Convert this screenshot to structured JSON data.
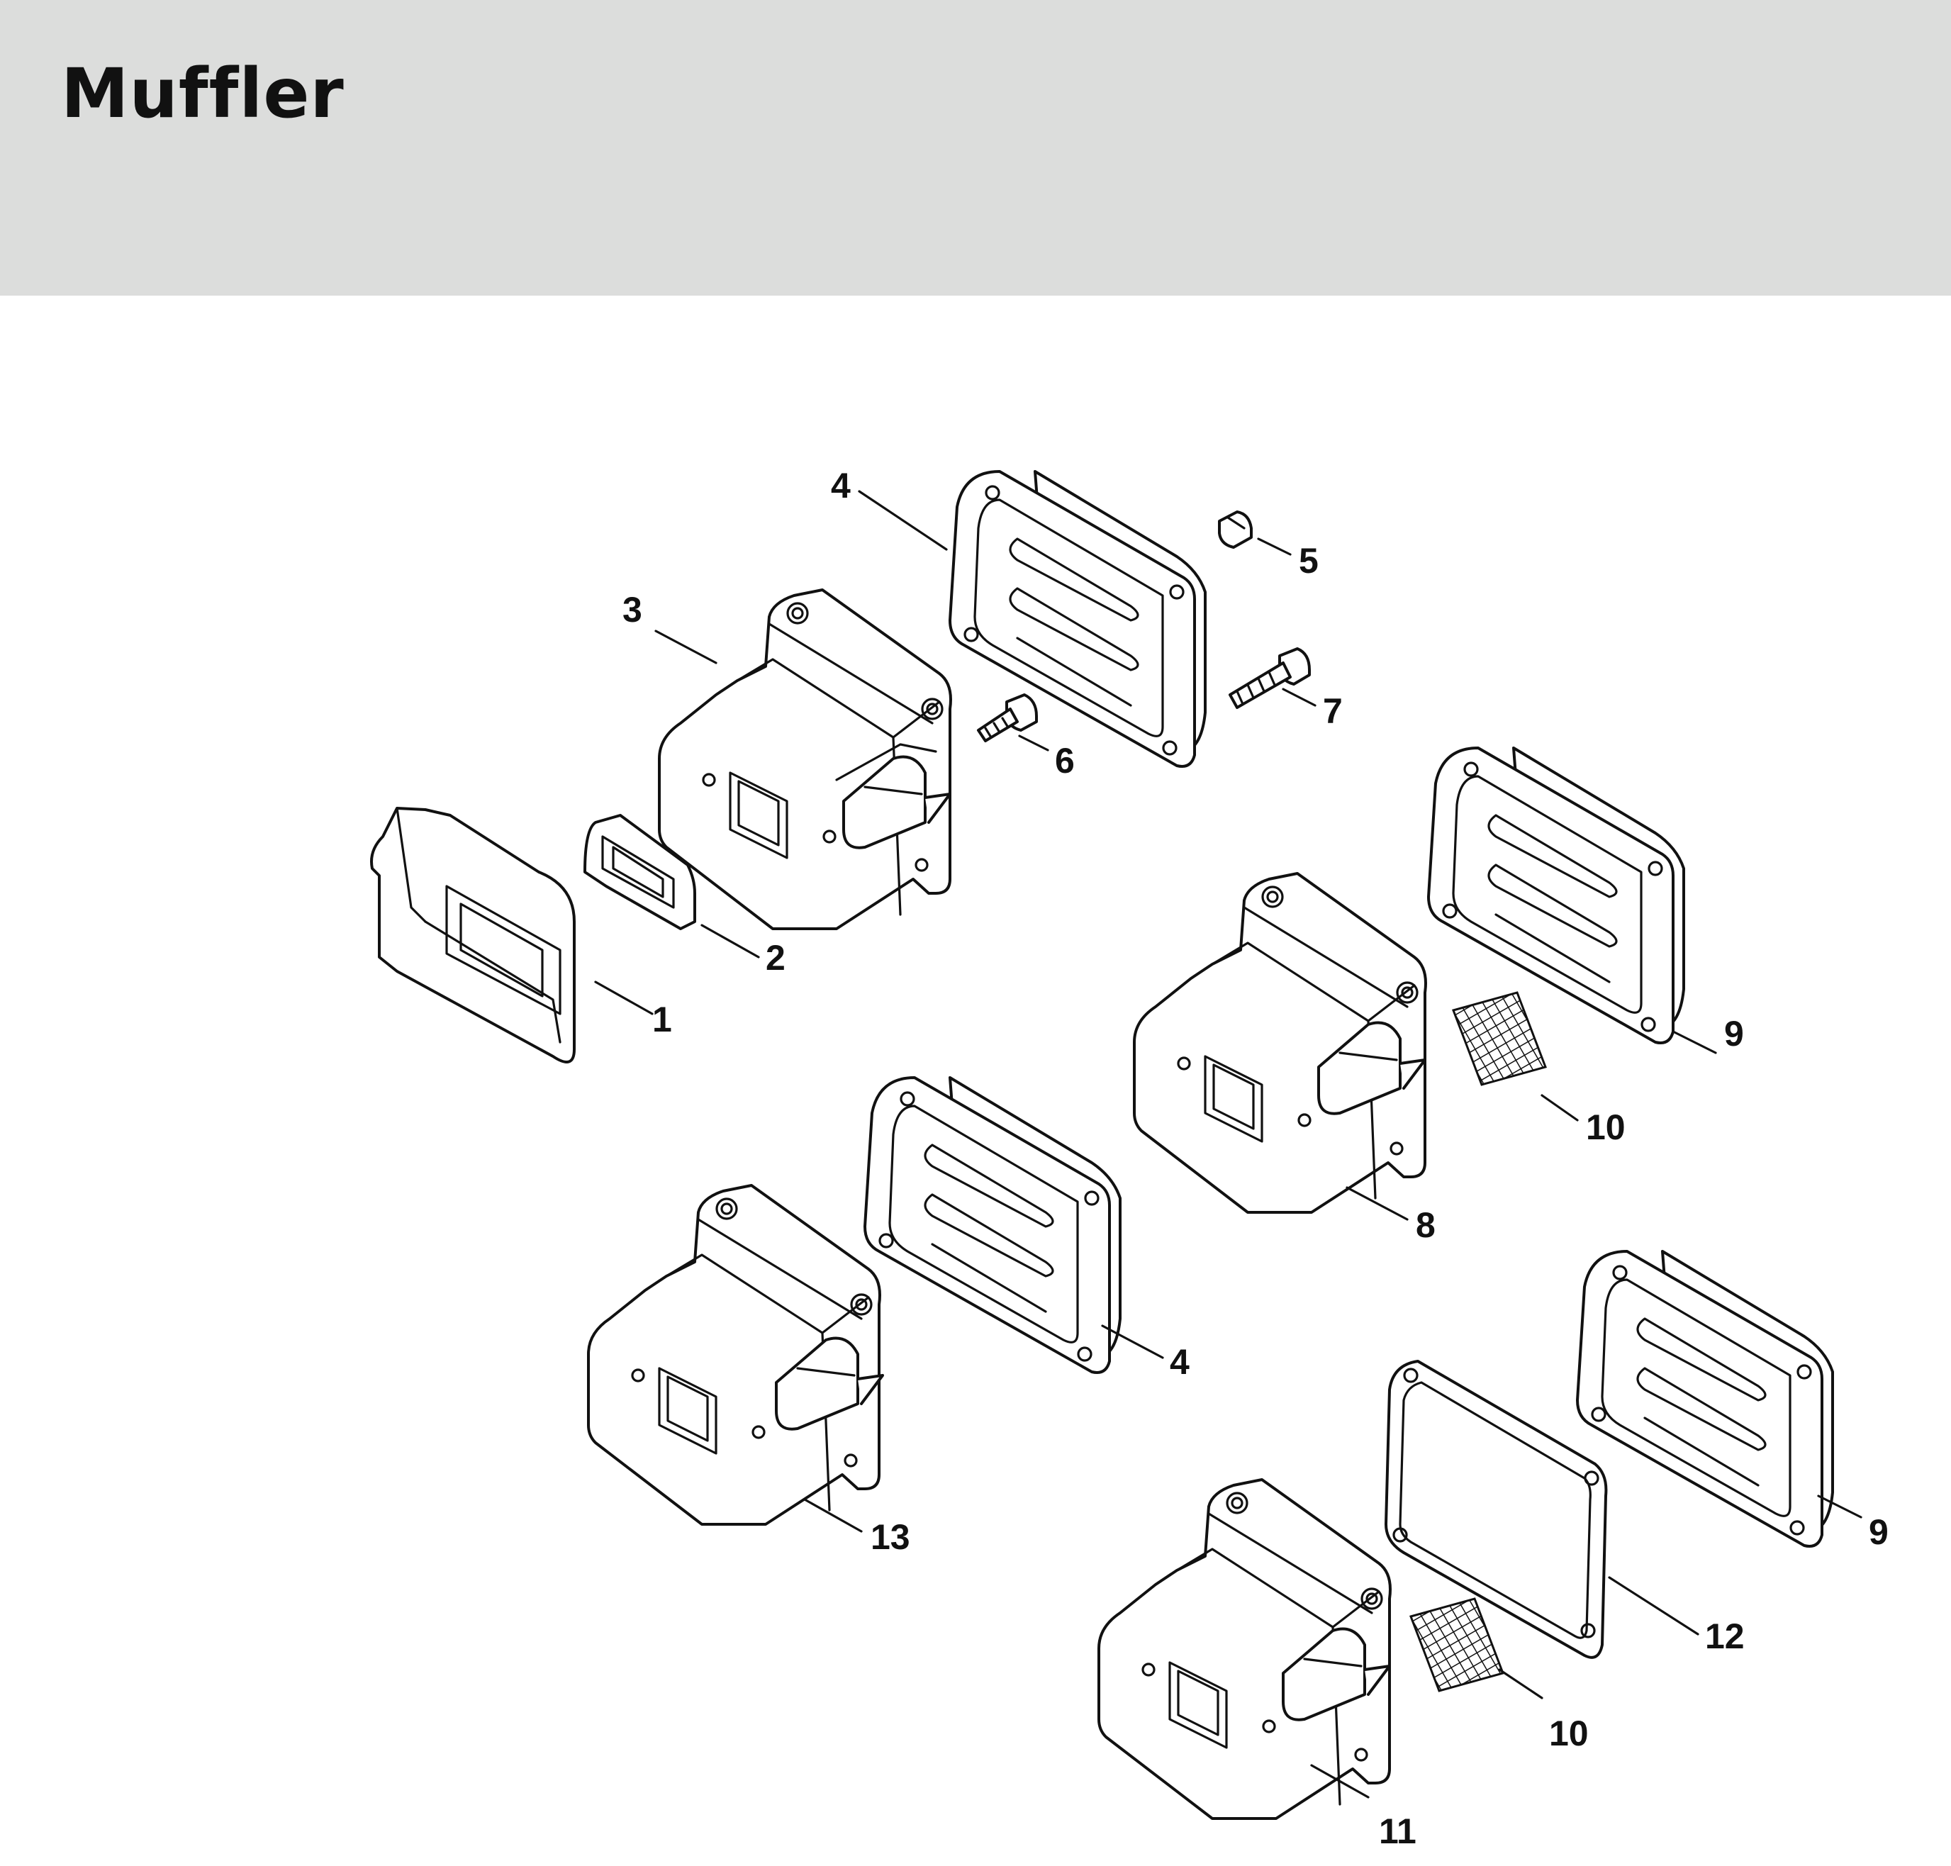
{
  "header": {
    "title": "Muffler"
  },
  "colors": {
    "header_background": "#dcdddc",
    "line": "#111111"
  },
  "callouts": {
    "c1": "1",
    "c2": "2",
    "c3": "3",
    "c4a": "4",
    "c4b": "4",
    "c5": "5",
    "c6": "6",
    "c7": "7",
    "c8": "8",
    "c9a": "9",
    "c9b": "9",
    "c10a": "10",
    "c10b": "10",
    "c11": "11",
    "c12": "12",
    "c13": "13"
  }
}
